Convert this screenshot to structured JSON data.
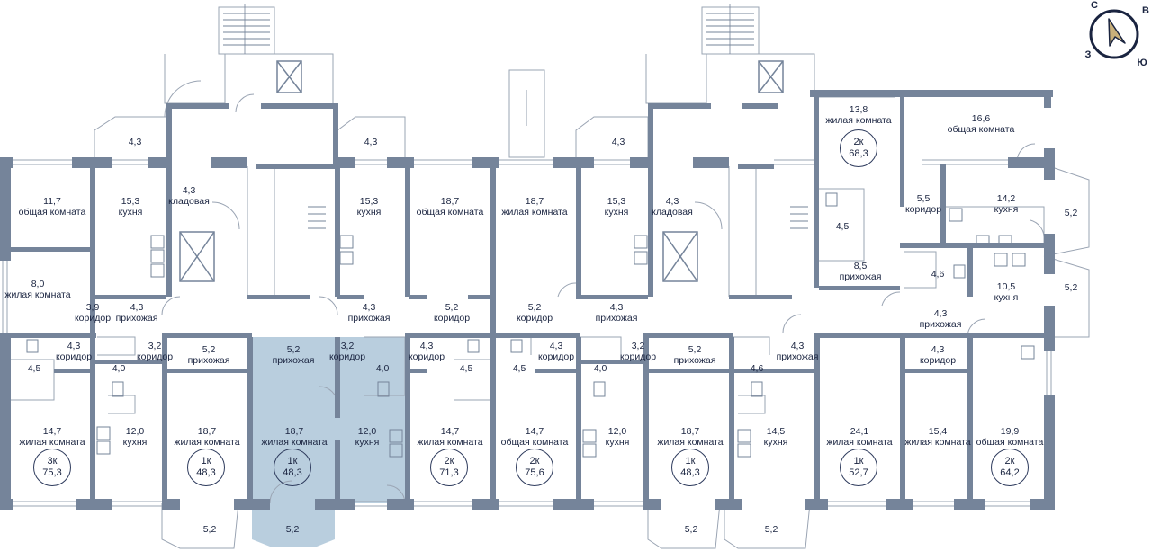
{
  "compass": {
    "n": "С",
    "e": "В",
    "s": "Ю",
    "w": "З"
  },
  "colors": {
    "wall": "#75849a",
    "selected": "#b9cede",
    "line": "#9aa4b3",
    "text": "#1a2440"
  },
  "rooms": [
    {
      "id": "r1",
      "area": "11,7",
      "name": "общая комната"
    },
    {
      "id": "r2",
      "area": "15,3",
      "name": "кухня"
    },
    {
      "id": "r3",
      "area": "4,3",
      "name": "кладовая"
    },
    {
      "id": "r4",
      "area": "4,3",
      "name": ""
    },
    {
      "id": "r5",
      "area": "8,0",
      "name": "жилая комната"
    },
    {
      "id": "r6",
      "area": "3,9",
      "name": "коридор"
    },
    {
      "id": "r7",
      "area": "4,3",
      "name": "прихожая"
    },
    {
      "id": "r8",
      "area": "4,3",
      "name": "коридор"
    },
    {
      "id": "r9",
      "area": "4,5",
      "name": ""
    },
    {
      "id": "r10",
      "area": "4,0",
      "name": ""
    },
    {
      "id": "r11",
      "area": "3,2",
      "name": "коридор"
    },
    {
      "id": "r12",
      "area": "5,2",
      "name": "прихожая"
    },
    {
      "id": "r13",
      "area": "14,7",
      "name": "жилая комната"
    },
    {
      "id": "r14",
      "area": "12,0",
      "name": "кухня"
    },
    {
      "id": "r15",
      "area": "18,7",
      "name": "жилая комната"
    },
    {
      "id": "r16",
      "area": "5,2",
      "name": ""
    },
    {
      "id": "r17",
      "area": "5,2",
      "name": "прихожая"
    },
    {
      "id": "r18",
      "area": "3,2",
      "name": "коридор"
    },
    {
      "id": "r19",
      "area": "4,0",
      "name": ""
    },
    {
      "id": "r20",
      "area": "18,7",
      "name": "жилая комната"
    },
    {
      "id": "r21",
      "area": "12,0",
      "name": "кухня"
    },
    {
      "id": "r22",
      "area": "5,2",
      "name": ""
    },
    {
      "id": "r23",
      "area": "4,3",
      "name": ""
    },
    {
      "id": "r24",
      "area": "15,3",
      "name": "кухня"
    },
    {
      "id": "r25",
      "area": "18,7",
      "name": "общая комната"
    },
    {
      "id": "r26",
      "area": "4,3",
      "name": "прихожая"
    },
    {
      "id": "r27",
      "area": "5,2",
      "name": "коридор"
    },
    {
      "id": "r28",
      "area": "4,3",
      "name": "коридор"
    },
    {
      "id": "r29",
      "area": "4,5",
      "name": ""
    },
    {
      "id": "r30",
      "area": "14,7",
      "name": "жилая комната"
    },
    {
      "id": "r31",
      "area": "18,7",
      "name": "жилая комната"
    },
    {
      "id": "r32",
      "area": "5,2",
      "name": "коридор"
    },
    {
      "id": "r33",
      "area": "4,5",
      "name": ""
    },
    {
      "id": "r34",
      "area": "4,3",
      "name": "коридор"
    },
    {
      "id": "r35",
      "area": "14,7",
      "name": "общая комната"
    },
    {
      "id": "r36",
      "area": "4,3",
      "name": ""
    },
    {
      "id": "r37",
      "area": "15,3",
      "name": "кухня"
    },
    {
      "id": "r38",
      "area": "4,3",
      "name": "кладовая"
    },
    {
      "id": "r39",
      "area": "4,3",
      "name": "прихожая"
    },
    {
      "id": "r40",
      "area": "4,0",
      "name": ""
    },
    {
      "id": "r41",
      "area": "3,2",
      "name": "коридор"
    },
    {
      "id": "r42",
      "area": "12,0",
      "name": "кухня"
    },
    {
      "id": "r43",
      "area": "5,2",
      "name": "прихожая"
    },
    {
      "id": "r44",
      "area": "18,7",
      "name": "жилая комната"
    },
    {
      "id": "r45",
      "area": "5,2",
      "name": ""
    },
    {
      "id": "r46",
      "area": "4,6",
      "name": ""
    },
    {
      "id": "r47",
      "area": "4,3",
      "name": "прихожая"
    },
    {
      "id": "r48",
      "area": "14,5",
      "name": "кухня"
    },
    {
      "id": "r49",
      "area": "5,2",
      "name": ""
    },
    {
      "id": "r50",
      "area": "13,8",
      "name": "жилая комната"
    },
    {
      "id": "r51",
      "area": "16,6",
      "name": "общая комната"
    },
    {
      "id": "r52",
      "area": "4,5",
      "name": ""
    },
    {
      "id": "r53",
      "area": "5,5",
      "name": "коридор"
    },
    {
      "id": "r54",
      "area": "14,2",
      "name": "кухня"
    },
    {
      "id": "r55",
      "area": "5,2",
      "name": ""
    },
    {
      "id": "r56",
      "area": "8,5",
      "name": "прихожая"
    },
    {
      "id": "r57",
      "area": "4,6",
      "name": ""
    },
    {
      "id": "r58",
      "area": "10,5",
      "name": "кухня"
    },
    {
      "id": "r59",
      "area": "5,2",
      "name": ""
    },
    {
      "id": "r60",
      "area": "4,3",
      "name": "прихожая"
    },
    {
      "id": "r61",
      "area": "4,3",
      "name": "коридор"
    },
    {
      "id": "r62",
      "area": "24,1",
      "name": "жилая комната"
    },
    {
      "id": "r63",
      "area": "15,4",
      "name": "жилая комната"
    },
    {
      "id": "r64",
      "area": "19,9",
      "name": "общая комната"
    }
  ],
  "apartments": [
    {
      "id": "a1",
      "rooms": "3к",
      "area": "75,3"
    },
    {
      "id": "a2",
      "rooms": "1к",
      "area": "48,3"
    },
    {
      "id": "a3",
      "rooms": "1к",
      "area": "48,3",
      "selected": true
    },
    {
      "id": "a4",
      "rooms": "2к",
      "area": "71,3"
    },
    {
      "id": "a5",
      "rooms": "2к",
      "area": "75,6"
    },
    {
      "id": "a6",
      "rooms": "1к",
      "area": "48,3"
    },
    {
      "id": "a7",
      "rooms": "1к",
      "area": "52,7"
    },
    {
      "id": "a8",
      "rooms": "2к",
      "area": "64,2"
    },
    {
      "id": "a9",
      "rooms": "2к",
      "area": "68,3"
    }
  ]
}
